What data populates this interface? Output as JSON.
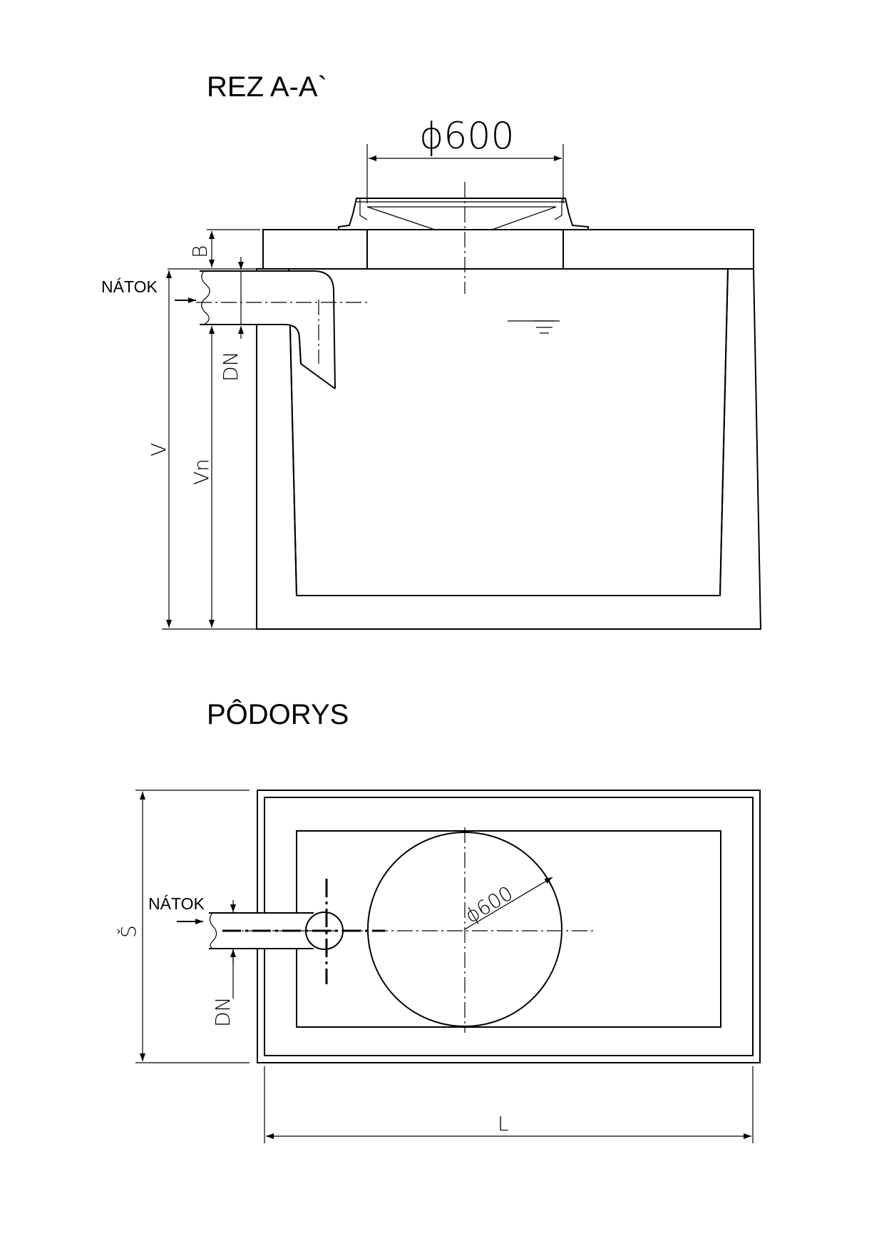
{
  "section": {
    "title": "REZ  A-A`",
    "cover_dim": "ϕ600",
    "inlet_label": "NÁTOK",
    "dim_b": "B",
    "dim_dn": "DN",
    "dim_v": "V",
    "dim_vn": "Vn"
  },
  "plan": {
    "title": "PÔDORYS",
    "inlet_label": "NÁTOK",
    "circle_dim": "ϕ600",
    "dim_s": "Š",
    "dim_dn": "DN",
    "dim_l": "L"
  }
}
